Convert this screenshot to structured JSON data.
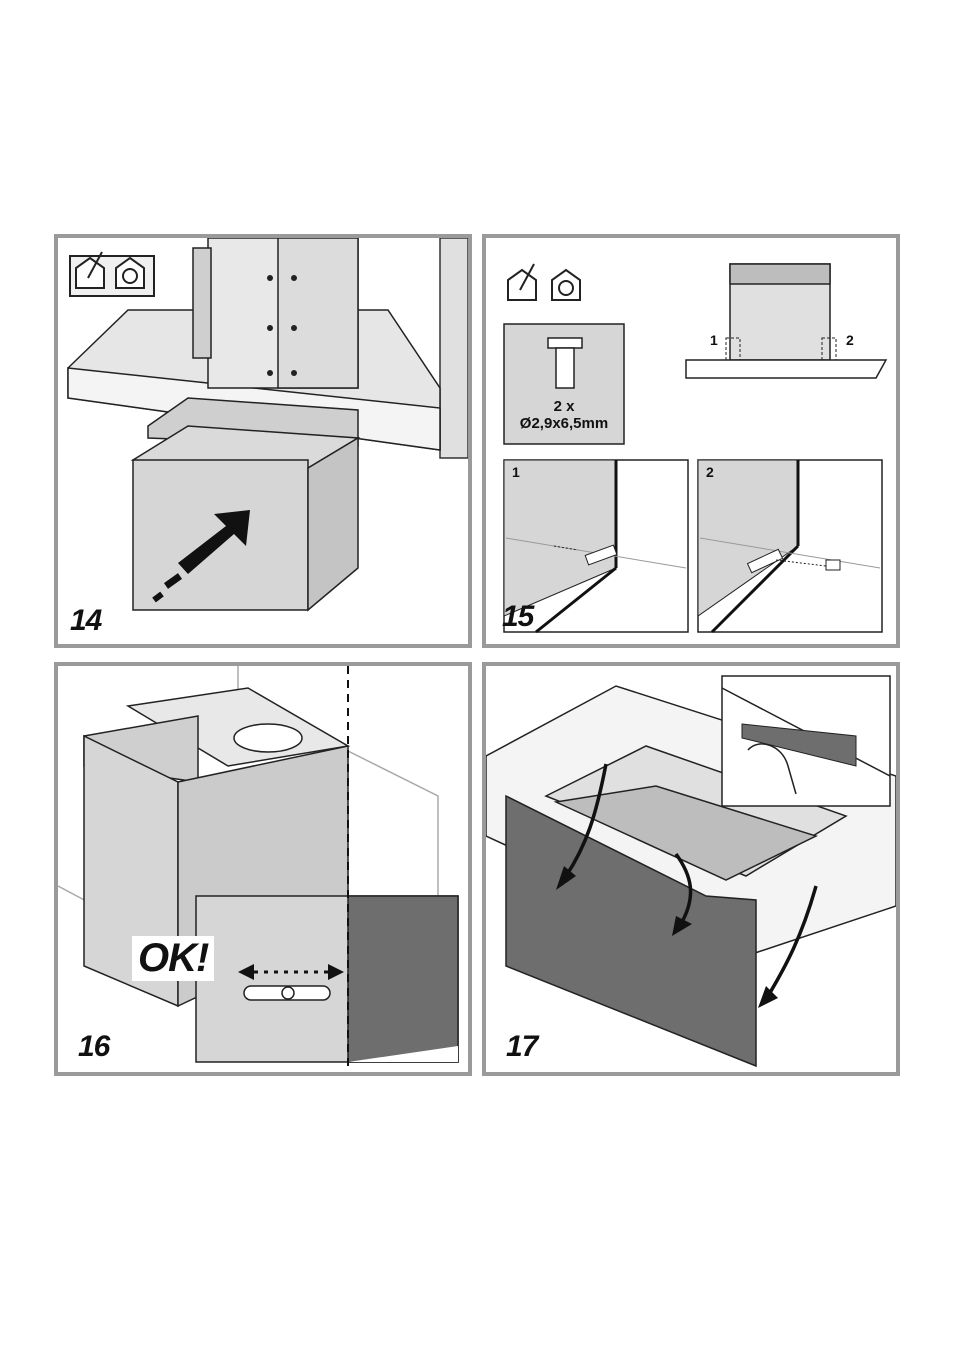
{
  "panels": {
    "step14": {
      "number": "14"
    },
    "step15": {
      "number": "15",
      "screw_qty": "2 x",
      "screw_size": "Ø2,9x6,5mm",
      "overview_marker_1": "1",
      "overview_marker_2": "2",
      "detail_1_label": "1",
      "detail_2_label": "2"
    },
    "step16": {
      "number": "16",
      "ok_label": "OK!"
    },
    "step17": {
      "number": "17"
    }
  },
  "colors": {
    "frame": "#9a9a9a",
    "part_fill": "#d6d6d6",
    "dark_fill": "#6e6e6e",
    "line": "#222222"
  }
}
